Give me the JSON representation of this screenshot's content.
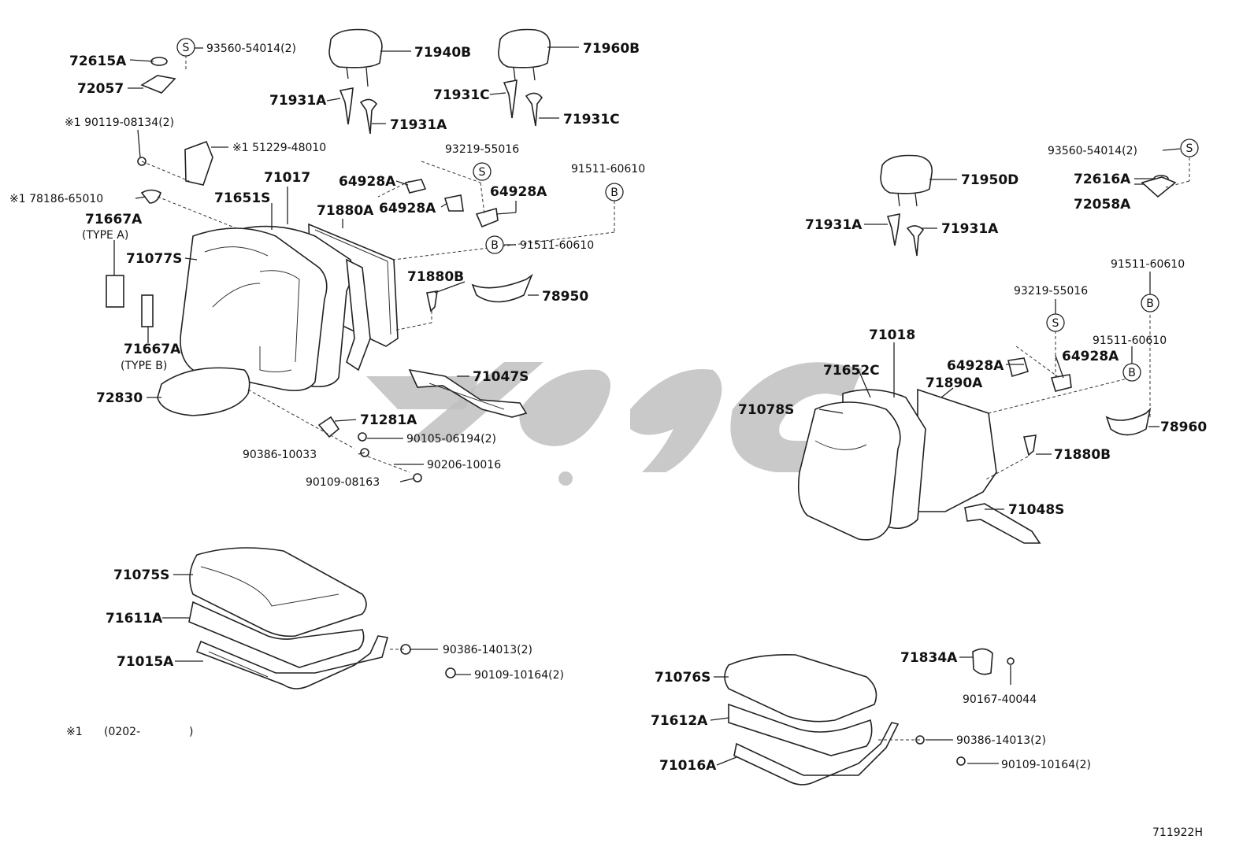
{
  "diagram": {
    "code": "711922H",
    "note": {
      "mark": "※1",
      "range": "(0202-",
      "close": ")"
    },
    "symbols": {
      "s": "S",
      "b": "B"
    },
    "callouts": [
      {
        "id": "c1",
        "text": "72615A"
      },
      {
        "id": "c2",
        "text": "93560-54014(2)"
      },
      {
        "id": "c3",
        "text": "72057"
      },
      {
        "id": "c4",
        "text": "71940B"
      },
      {
        "id": "c5",
        "text": "71960B"
      },
      {
        "id": "c6",
        "text": "71931A"
      },
      {
        "id": "c7",
        "text": "71931C"
      },
      {
        "id": "c8",
        "text": "71931A"
      },
      {
        "id": "c9",
        "text": "71931C"
      },
      {
        "id": "c10",
        "text": "※1 90119-08134(2)"
      },
      {
        "id": "c11",
        "text": "※1 51229-48010"
      },
      {
        "id": "c12",
        "text": "93219-55016"
      },
      {
        "id": "c13",
        "text": "91511-60610"
      },
      {
        "id": "c14",
        "text": "※1 78186-65010"
      },
      {
        "id": "c15",
        "text": "71017"
      },
      {
        "id": "c16",
        "text": "64928A"
      },
      {
        "id": "c17",
        "text": "64928A"
      },
      {
        "id": "c18",
        "text": "64928A"
      },
      {
        "id": "c19",
        "text": "71651S"
      },
      {
        "id": "c20",
        "text": "71880A"
      },
      {
        "id": "c21",
        "text": "71667A"
      },
      {
        "id": "c22",
        "text": "(TYPE A)"
      },
      {
        "id": "c23",
        "text": "91511-60610"
      },
      {
        "id": "c24",
        "text": "71077S"
      },
      {
        "id": "c25",
        "text": "71880B"
      },
      {
        "id": "c26",
        "text": "78950"
      },
      {
        "id": "c27",
        "text": "71667A"
      },
      {
        "id": "c28",
        "text": "(TYPE B)"
      },
      {
        "id": "c29",
        "text": "71047S"
      },
      {
        "id": "c30",
        "text": "72830"
      },
      {
        "id": "c31",
        "text": "71281A"
      },
      {
        "id": "c32",
        "text": "90105-06194(2)"
      },
      {
        "id": "c33",
        "text": "90386-10033"
      },
      {
        "id": "c34",
        "text": "90206-10016"
      },
      {
        "id": "c35",
        "text": "90109-08163"
      },
      {
        "id": "c36",
        "text": "71075S"
      },
      {
        "id": "c37",
        "text": "71611A"
      },
      {
        "id": "c38",
        "text": "71015A"
      },
      {
        "id": "c39",
        "text": "90386-14013(2)"
      },
      {
        "id": "c40",
        "text": "90109-10164(2)"
      },
      {
        "id": "c41",
        "text": "93560-54014(2)"
      },
      {
        "id": "c42",
        "text": "71950D"
      },
      {
        "id": "c43",
        "text": "72616A"
      },
      {
        "id": "c44",
        "text": "72058A"
      },
      {
        "id": "c45",
        "text": "71931A"
      },
      {
        "id": "c46",
        "text": "71931A"
      },
      {
        "id": "c47",
        "text": "91511-60610"
      },
      {
        "id": "c48",
        "text": "93219-55016"
      },
      {
        "id": "c49",
        "text": "71018"
      },
      {
        "id": "c50",
        "text": "91511-60610"
      },
      {
        "id": "c51",
        "text": "64928A"
      },
      {
        "id": "c52",
        "text": "64928A"
      },
      {
        "id": "c53",
        "text": "71652C"
      },
      {
        "id": "c54",
        "text": "71890A"
      },
      {
        "id": "c55",
        "text": "71078S"
      },
      {
        "id": "c56",
        "text": "78960"
      },
      {
        "id": "c57",
        "text": "71880B"
      },
      {
        "id": "c58",
        "text": "71048S"
      },
      {
        "id": "c59",
        "text": "71834A"
      },
      {
        "id": "c60",
        "text": "90167-40044"
      },
      {
        "id": "c61",
        "text": "71076S"
      },
      {
        "id": "c62",
        "text": "71612A"
      },
      {
        "id": "c63",
        "text": "90386-14013(2)"
      },
      {
        "id": "c64",
        "text": "71016A"
      },
      {
        "id": "c65",
        "text": "90109-10164(2)"
      }
    ]
  }
}
